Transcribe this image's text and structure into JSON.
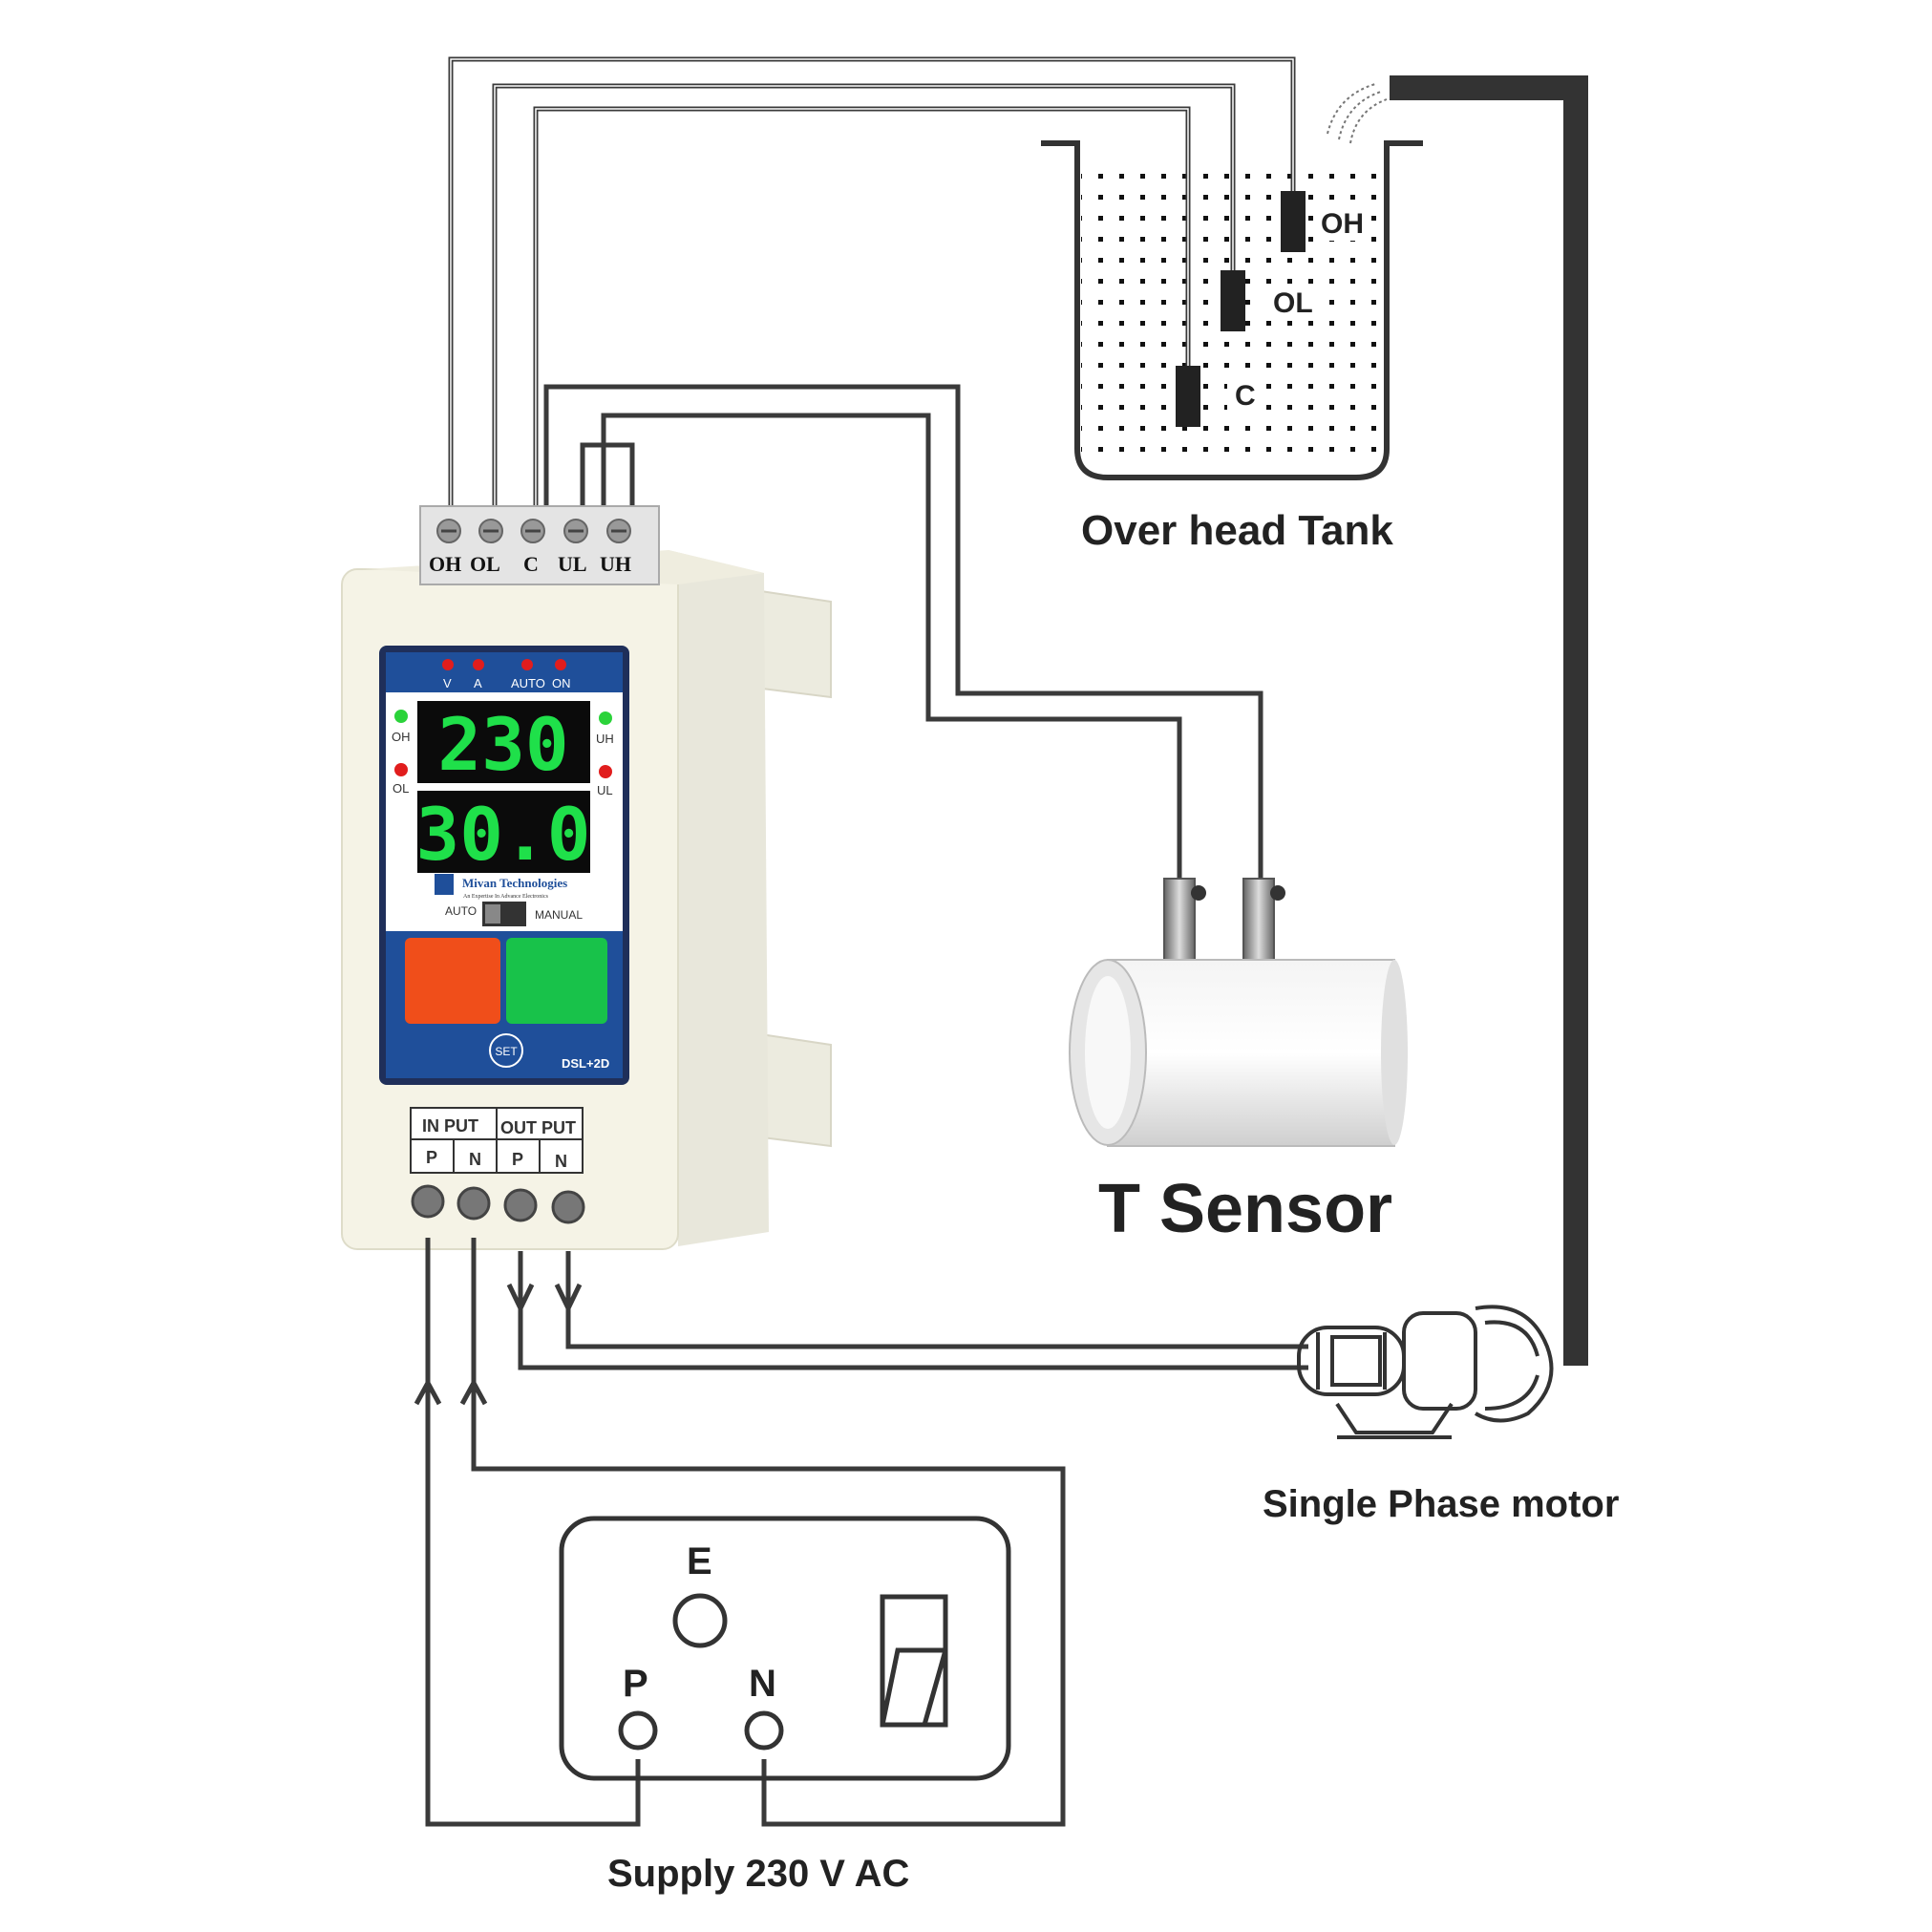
{
  "tank": {
    "label": "Over head Tank",
    "probes": [
      "OH",
      "OL",
      "C"
    ]
  },
  "sensor": {
    "label": "T Sensor"
  },
  "motor": {
    "label": "Single Phase motor"
  },
  "supply": {
    "label": "Supply 230 V AC",
    "socket": {
      "earth": "E",
      "phase": "P",
      "neutral": "N"
    }
  },
  "controller": {
    "terminals": [
      "OH",
      "OL",
      "C",
      "UL",
      "UH"
    ],
    "indicators_top": [
      "V",
      "A",
      "AUTO",
      "ON"
    ],
    "indicator_oh": "OH",
    "indicator_ol": "OL",
    "indicator_uh": "UH",
    "indicator_ul": "UL",
    "display_voltage": "230",
    "display_current": "30.0",
    "brand": "Mivan Technologies",
    "brand_tagline": "An Expertise In Advance Electronics",
    "mode_auto": "AUTO",
    "mode_manual": "MANUAL",
    "set_label": "SET",
    "model": "DSL+2D",
    "input_header": "IN PUT",
    "output_header": "OUT PUT",
    "io_terminals": [
      "P",
      "N",
      "P",
      "N"
    ]
  },
  "colors": {
    "wire": "#3a3a3a",
    "panel_blue": "#1f4f9a",
    "button_red": "#f04e1a",
    "button_green": "#18c24a",
    "led_red": "#e11d1d",
    "led_green": "#2bd33a"
  }
}
